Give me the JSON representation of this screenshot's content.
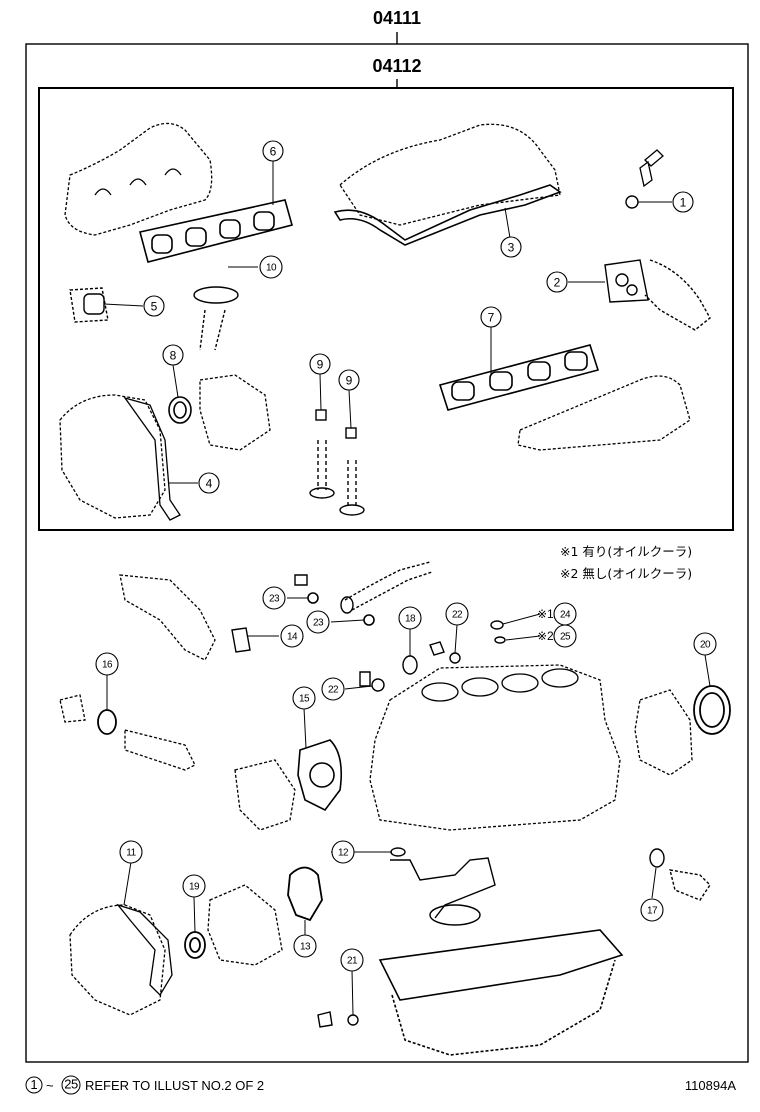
{
  "header": {
    "kit_outer": "04111",
    "kit_inner": "04112"
  },
  "notes": {
    "note1": "※1 有り(オイルクーラ)",
    "note2": "※2 無し(オイルクーラ)"
  },
  "callout_variants": {
    "mark1": "※1",
    "mark2": "※2"
  },
  "parts": {
    "p1": "1",
    "p2": "2",
    "p3": "3",
    "p4": "4",
    "p5": "5",
    "p6": "6",
    "p7": "7",
    "p8": "8",
    "p9a": "9",
    "p9b": "9",
    "p10": "10",
    "p11": "11",
    "p12": "12",
    "p13": "13",
    "p14": "14",
    "p15": "15",
    "p16": "16",
    "p17": "17",
    "p19": "19",
    "p20": "20",
    "p21": "21",
    "p22a": "22",
    "p22b": "22",
    "p23a": "23",
    "p23b": "23",
    "p24": "24",
    "p25": "25",
    "p18": "18"
  },
  "footer": {
    "range_start": "1",
    "range_sep": "~",
    "range_end": "25",
    "refer_text": "REFER TO ILLUST NO.2 OF 2",
    "illustration_id": "110894A"
  }
}
